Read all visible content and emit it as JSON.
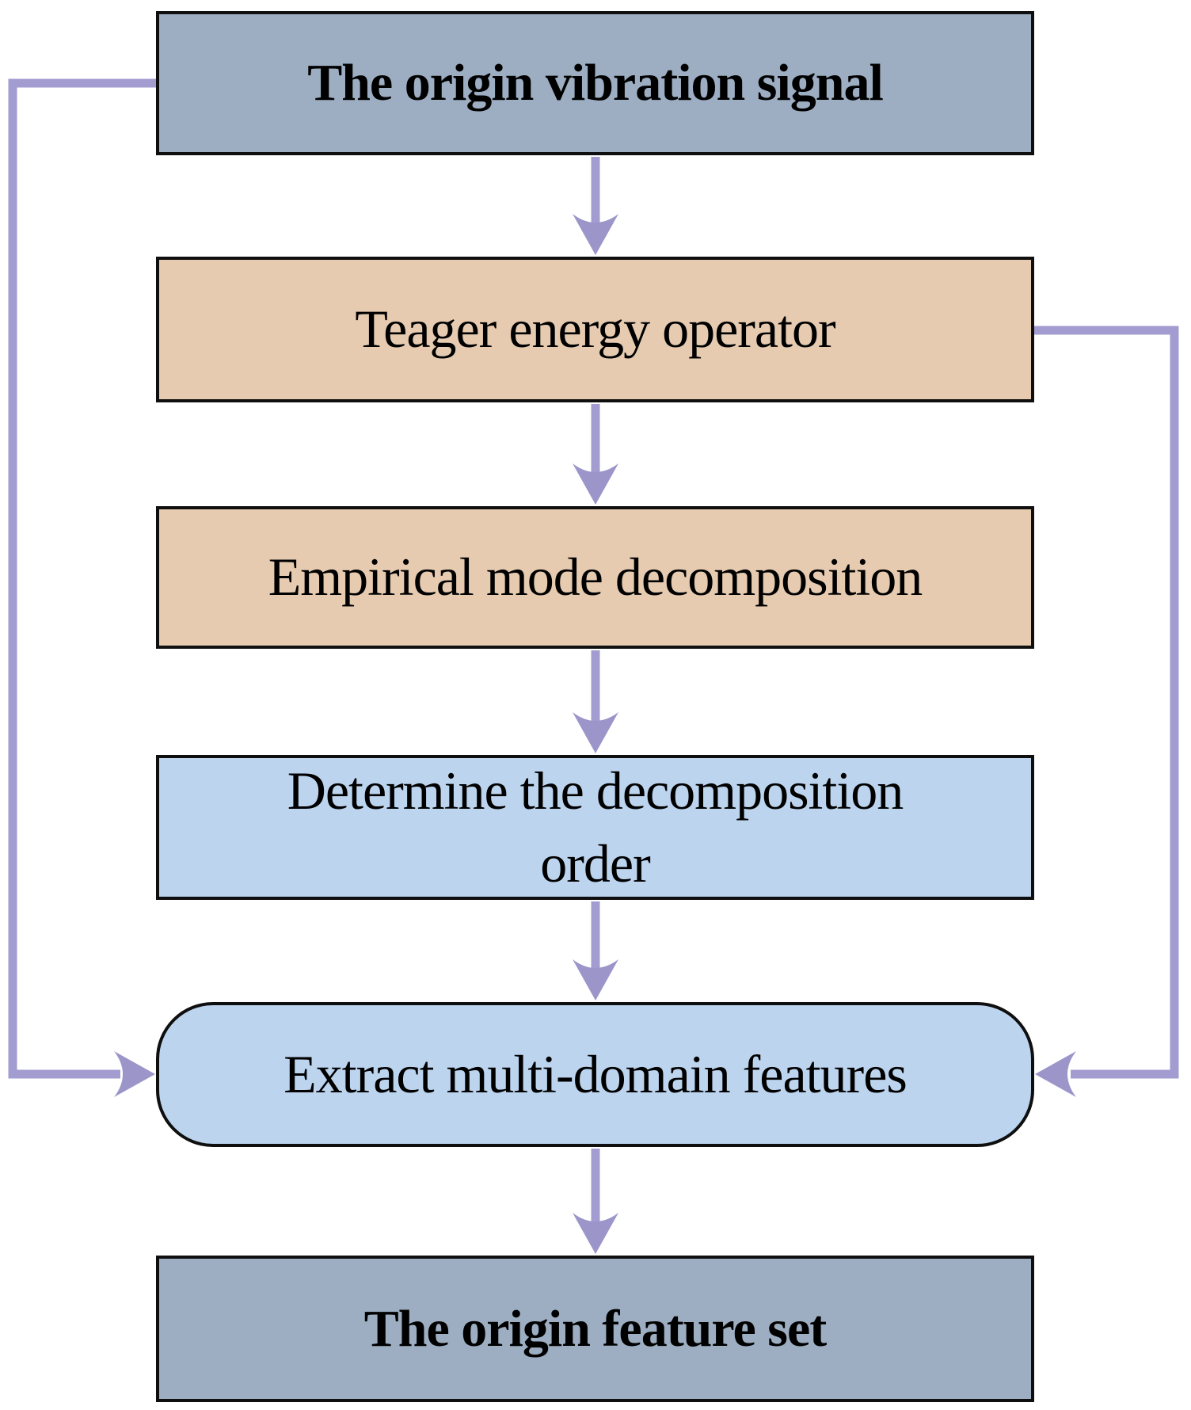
{
  "diagram": {
    "type": "flowchart",
    "nodes": [
      {
        "id": "origin-vibration-signal",
        "label": "The origin vibration signal",
        "shape": "rectangle",
        "fill": "#9DAEC2",
        "emphasis": "bold"
      },
      {
        "id": "teager-energy-operator",
        "label": "Teager energy operator",
        "shape": "rectangle",
        "fill": "#E6CBB1",
        "emphasis": "normal"
      },
      {
        "id": "empirical-mode-decomposition",
        "label": "Empirical mode decomposition",
        "shape": "rectangle",
        "fill": "#E6CBB1",
        "emphasis": "normal"
      },
      {
        "id": "determine-decomposition-order",
        "label": "Determine the decomposition order",
        "shape": "rectangle",
        "fill": "#BCD4EE",
        "emphasis": "normal"
      },
      {
        "id": "extract-multi-domain-features",
        "label": "Extract multi-domain features",
        "shape": "rounded-rectangle",
        "fill": "#BCD4EE",
        "emphasis": "normal"
      },
      {
        "id": "origin-feature-set",
        "label": "The origin feature set",
        "shape": "rectangle",
        "fill": "#9DAEC2",
        "emphasis": "bold"
      }
    ],
    "edges": [
      {
        "from": "origin-vibration-signal",
        "to": "teager-energy-operator",
        "route": "straight-down"
      },
      {
        "from": "teager-energy-operator",
        "to": "empirical-mode-decomposition",
        "route": "straight-down"
      },
      {
        "from": "empirical-mode-decomposition",
        "to": "determine-decomposition-order",
        "route": "straight-down"
      },
      {
        "from": "determine-decomposition-order",
        "to": "extract-multi-domain-features",
        "route": "straight-down"
      },
      {
        "from": "extract-multi-domain-features",
        "to": "origin-feature-set",
        "route": "straight-down"
      },
      {
        "from": "origin-vibration-signal",
        "to": "extract-multi-domain-features",
        "route": "left-side-detour"
      },
      {
        "from": "teager-energy-operator",
        "to": "extract-multi-domain-features",
        "route": "right-side-detour"
      }
    ],
    "colors": {
      "arrow_shaft": "#A29CD0",
      "arrow_head": "#9B95CA",
      "node_border": "#0f0f0f",
      "node_gray_blue": "#9DAEC2",
      "node_tan": "#E6CBB1",
      "node_light_blue": "#BCD4EE",
      "text": "#000000",
      "background": "#FFFFFF"
    }
  }
}
